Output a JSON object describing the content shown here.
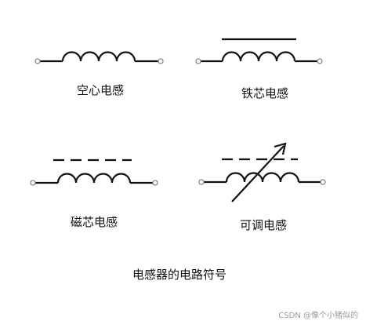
{
  "diagram": {
    "symbols": [
      {
        "id": "air-core",
        "label": "空心电感",
        "core": "none",
        "adjustable": false
      },
      {
        "id": "iron-core",
        "label": "铁芯电感",
        "core": "solid",
        "adjustable": false
      },
      {
        "id": "ferrite-core",
        "label": "磁芯电感",
        "core": "dashed",
        "adjustable": false
      },
      {
        "id": "adjustable",
        "label": "可调电感",
        "core": "dashed",
        "adjustable": true
      }
    ],
    "caption": "电感器的电路符号",
    "watermark": "CSDN @像个小猪似的",
    "colors": {
      "stroke": "#111111",
      "terminal": "#888888",
      "background": "#ffffff"
    }
  }
}
